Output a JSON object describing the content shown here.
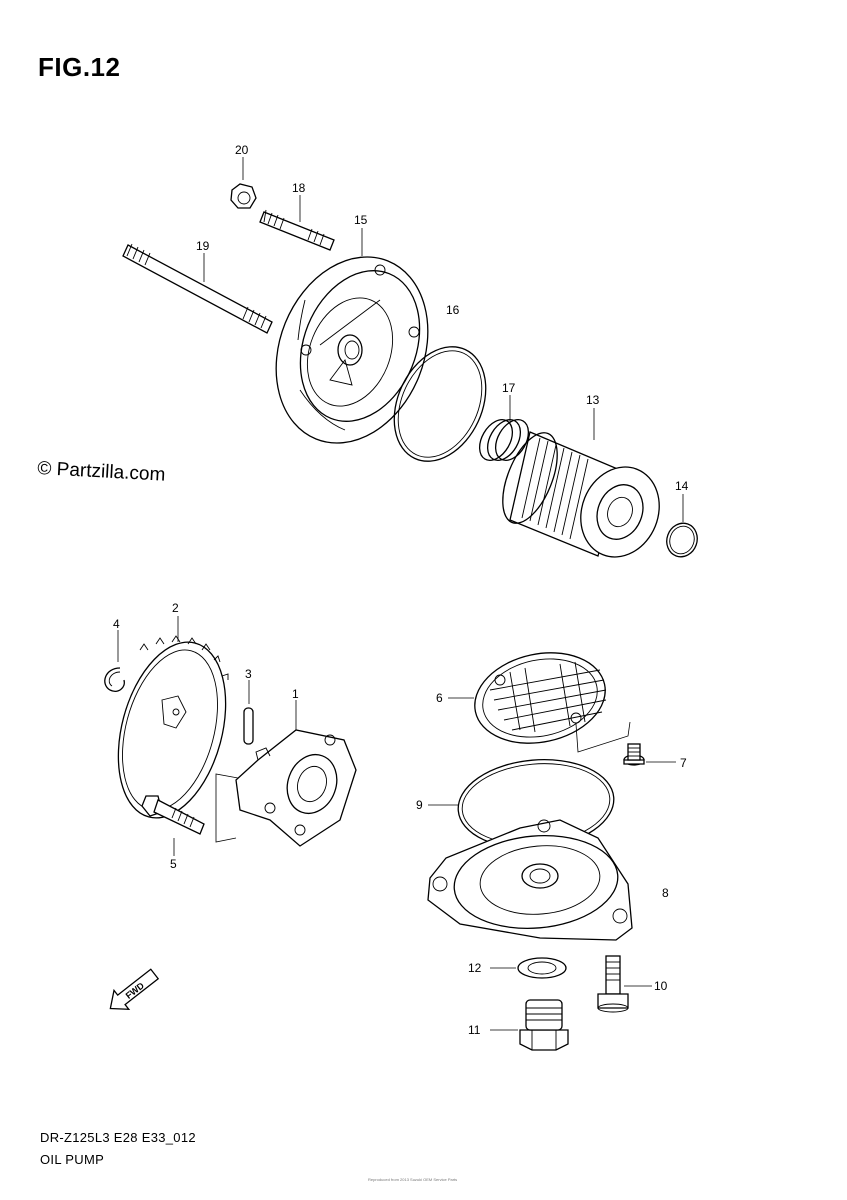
{
  "figure": {
    "title": "FIG.12"
  },
  "watermark": "© Partzilla.com",
  "caption": {
    "model": "DR-Z125L3 E28 E33_012",
    "name": "OIL PUMP"
  },
  "footer_note": "Reproduced from 2013 Suzuki OEM Service Parts",
  "arrow_text": "FWD",
  "parts": [
    {
      "id": "p1",
      "label": "1"
    },
    {
      "id": "p2",
      "label": "2"
    },
    {
      "id": "p3",
      "label": "3"
    },
    {
      "id": "p4",
      "label": "4"
    },
    {
      "id": "p5",
      "label": "5"
    },
    {
      "id": "p6",
      "label": "6"
    },
    {
      "id": "p7",
      "label": "7"
    },
    {
      "id": "p8",
      "label": "8"
    },
    {
      "id": "p9",
      "label": "9"
    },
    {
      "id": "p10",
      "label": "10"
    },
    {
      "id": "p11",
      "label": "11"
    },
    {
      "id": "p12",
      "label": "12"
    },
    {
      "id": "p13",
      "label": "13"
    },
    {
      "id": "p14",
      "label": "14"
    },
    {
      "id": "p15",
      "label": "15"
    },
    {
      "id": "p16",
      "label": "16"
    },
    {
      "id": "p17",
      "label": "17"
    },
    {
      "id": "p18",
      "label": "18"
    },
    {
      "id": "p19",
      "label": "19"
    },
    {
      "id": "p20",
      "label": "20"
    }
  ]
}
